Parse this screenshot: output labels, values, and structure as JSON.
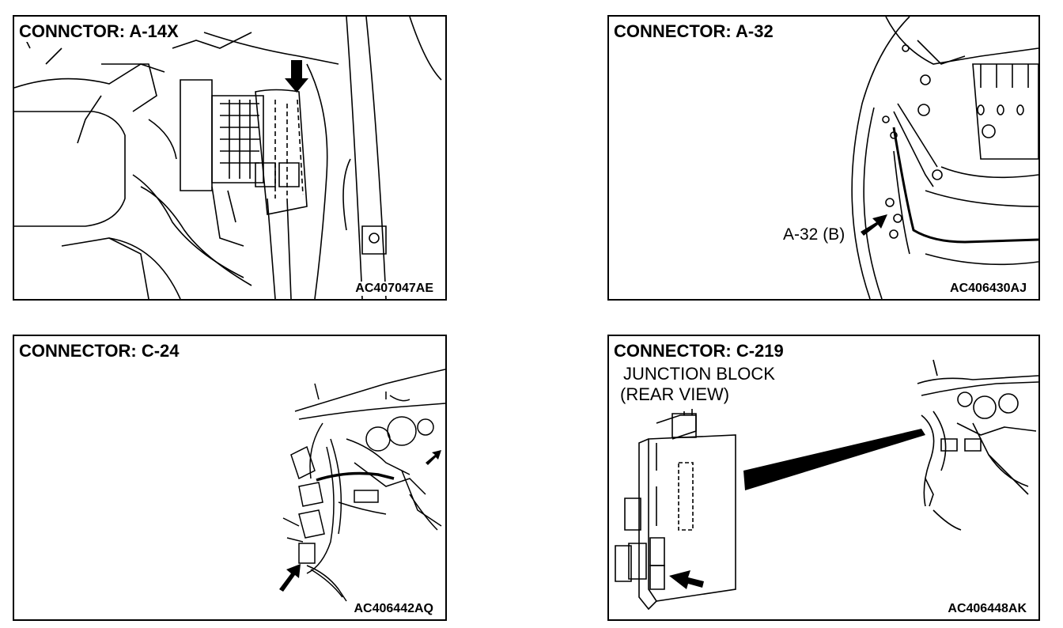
{
  "panels": [
    {
      "title": "CONNCTOR: A-14X",
      "code": "AC407047AE"
    },
    {
      "title": "CONNECTOR: A-32",
      "code": "AC406430AJ",
      "callout": "A-32 (B)"
    },
    {
      "title": "CONNECTOR: C-24",
      "code": "AC406442AQ"
    },
    {
      "title": "CONNECTOR: C-219",
      "subtitle_1": "JUNCTION BLOCK",
      "subtitle_2": "(REAR VIEW)",
      "code": "AC406448AK"
    }
  ]
}
